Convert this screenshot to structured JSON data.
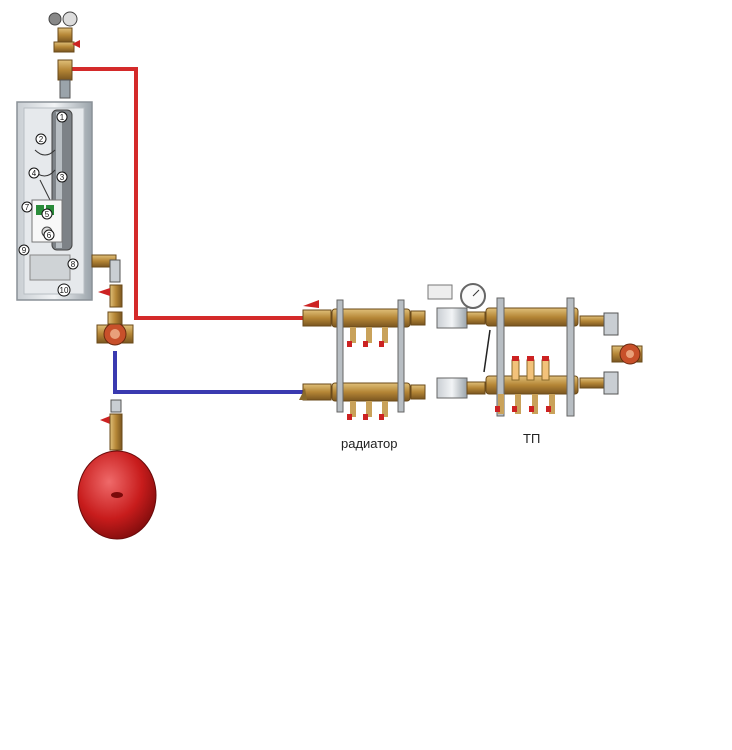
{
  "labels": {
    "radiator": "радиатор",
    "underfloor": "ТП"
  },
  "boiler_markers": [
    "1",
    "2",
    "3",
    "4",
    "5",
    "6",
    "7",
    "8",
    "9",
    "10"
  ],
  "colors": {
    "supply_pipe": "#d42a2a",
    "return_pipe": "#3a3ab0",
    "tank": "#c81c1c",
    "brass": "#b98a3a",
    "steel": "#9aa3aa",
    "valve_handle": "#cc2222"
  },
  "icons": {
    "boiler": "electric-boiler-icon",
    "tank": "expansion-tank-icon",
    "pump": "circulation-pump-icon",
    "manifold": "manifold-icon"
  }
}
